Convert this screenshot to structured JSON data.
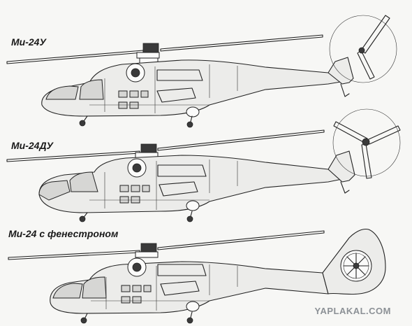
{
  "labels": {
    "variant_1": "Ми-24У",
    "variant_2": "Ми-24ДУ",
    "variant_3": "Ми-24 с фенестроном"
  },
  "watermark": "YAPLAKAL.COM",
  "colors": {
    "background": "#f7f7f5",
    "line": "#222222",
    "watermark": "#8c9196"
  }
}
